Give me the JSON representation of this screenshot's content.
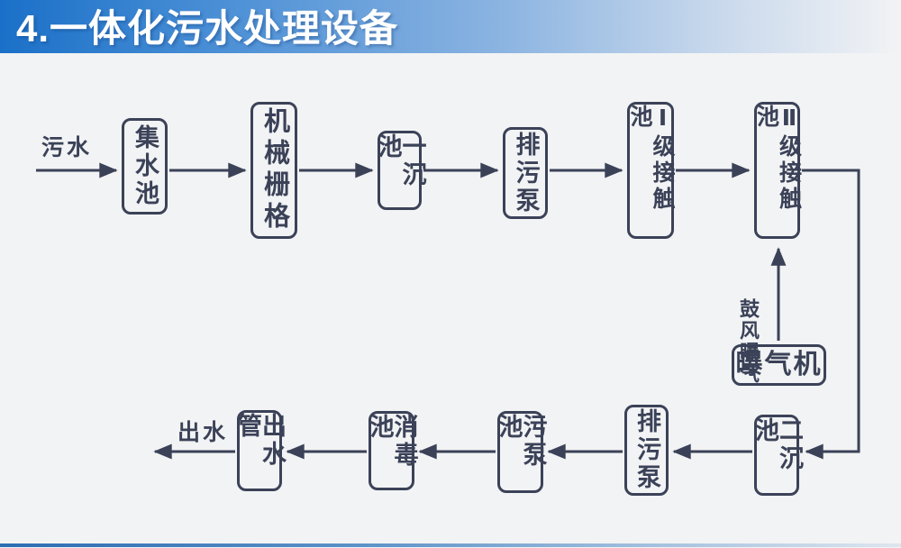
{
  "header": {
    "title": "4.一体化污水处理设备"
  },
  "flow": {
    "input_label": "污水",
    "output_label": "出水",
    "aeration_label": "鼓风曝气",
    "nodes": [
      {
        "id": "collection-tank",
        "label": "集水池"
      },
      {
        "id": "mechanical-grid",
        "label": "机械栅格"
      },
      {
        "id": "primary-sedimentation-tank",
        "label": "一沉池"
      },
      {
        "id": "sewage-pump-top",
        "label": "排污泵"
      },
      {
        "id": "stage-1-contact-tank",
        "label": "Ⅰ级接触池"
      },
      {
        "id": "stage-2-contact-tank",
        "label": "Ⅱ级接触池"
      },
      {
        "id": "aerator",
        "label": "曝气机"
      },
      {
        "id": "secondary-sedimentation-tank",
        "label": "二沉池"
      },
      {
        "id": "sewage-pump-bottom",
        "label": "排污泵"
      },
      {
        "id": "sludge-pump-tank",
        "label": "污泵池"
      },
      {
        "id": "disinfection-tank",
        "label": "消毒池"
      },
      {
        "id": "outlet-pipe",
        "label": "出水管"
      }
    ]
  },
  "colors": {
    "diagram_ink": "#3b4258",
    "title_bar_blue": "#1a70c8",
    "slide_background": "#f2f3f4",
    "accent_bar_blue": "#2d6db2"
  }
}
